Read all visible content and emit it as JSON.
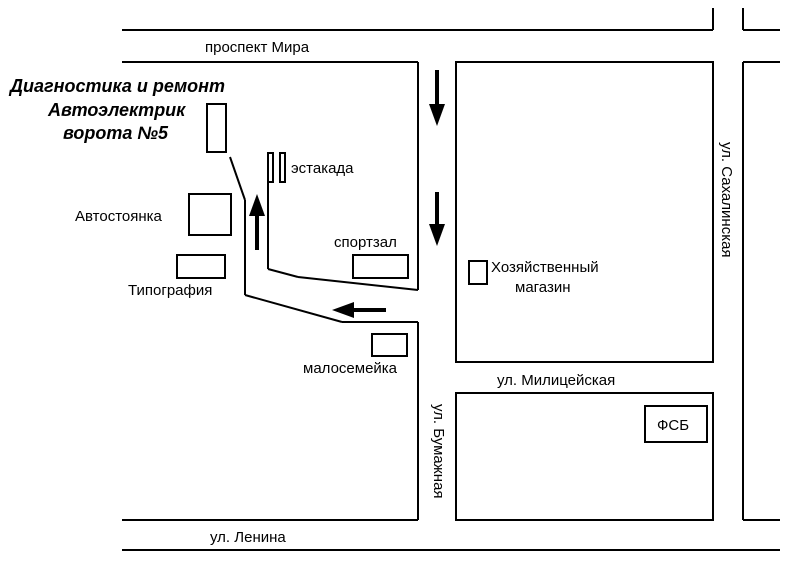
{
  "streets": {
    "prospekt_mira": "проспект Мира",
    "sakhalinskaya": "ул. Сахалинская",
    "militseyskaya": "ул. Милицейская",
    "bumazhnaya": "ул. Бумажная",
    "lenina": "ул. Ленина"
  },
  "title": {
    "line1": "Диагностика и ремонт",
    "line2": "Автоэлектрик",
    "line3": "ворота №5"
  },
  "places": {
    "estakada": "эстакада",
    "avtostoyanka": "Автостоянка",
    "sportzal": "спортзал",
    "tipografiya": "Типография",
    "malosemeyka": "малосемейка",
    "khoz_line1": "Хозяйственный",
    "khoz_line2": "магазин",
    "fsb": "ФСБ"
  },
  "colors": {
    "ink": "#000000",
    "background": "#ffffff"
  }
}
